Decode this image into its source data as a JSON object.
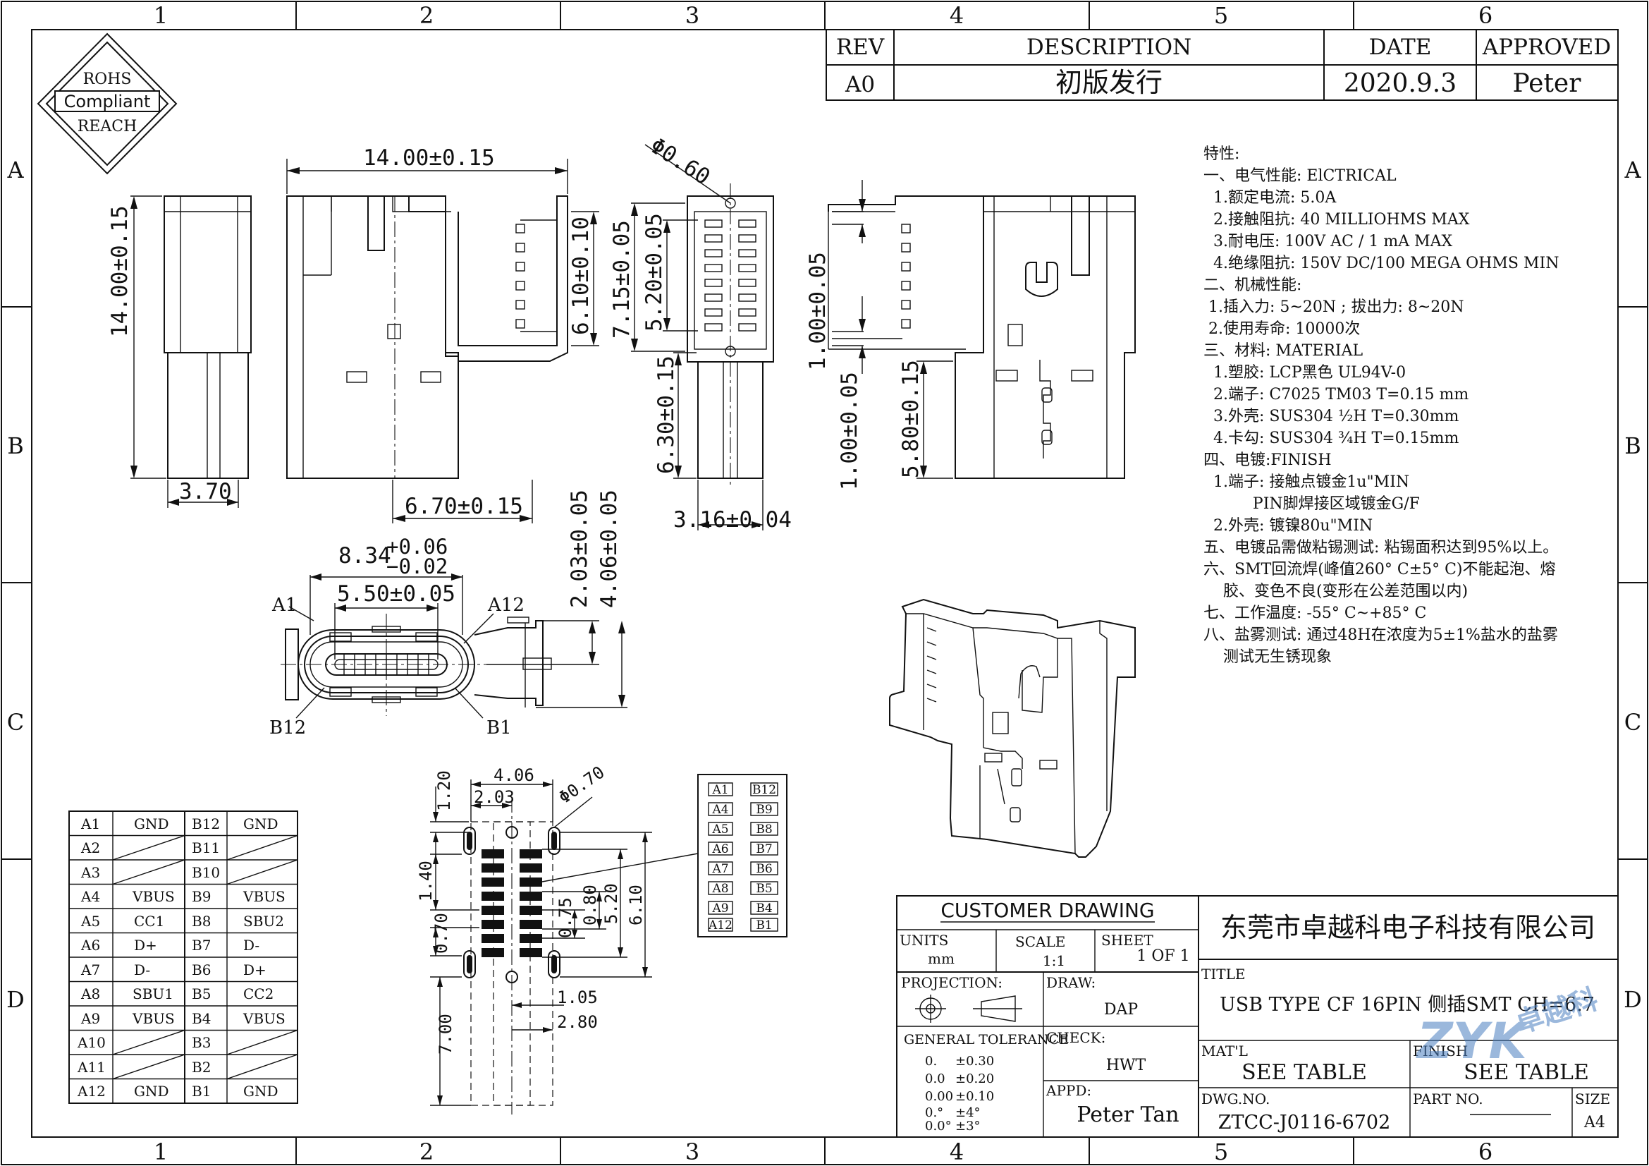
{
  "border": {
    "columns": [
      "1",
      "2",
      "3",
      "4",
      "5",
      "6"
    ],
    "rows": [
      "A",
      "B",
      "C",
      "D"
    ]
  },
  "revision": {
    "headers": [
      "REV",
      "DESCRIPTION",
      "DATE",
      "APPROVED"
    ],
    "row": [
      "A0",
      "初版发行",
      "2020.9.3",
      "Peter"
    ]
  },
  "logo": {
    "line1": "ROHS",
    "line2": "Compliant",
    "line3": "REACH"
  },
  "dimensions": {
    "width_14": "14.00±0.15",
    "height_14": "14.00±0.15",
    "thick_370": "3.70",
    "depth_670": "6.70±0.15",
    "hole_dia": "Φ0.60",
    "d610": "6.10±0.10",
    "d715": "7.15±0.05",
    "d520": "5.20±0.05",
    "d630": "6.30±0.15",
    "d316": "3.16±0.04",
    "d100a": "1.00±0.05",
    "d100b": "1.00±0.05",
    "d580": "5.80±0.15",
    "d834": "8.34",
    "d834_tol_plus": "+0.06",
    "d834_tol_minus": "−0.02",
    "d550": "5.50±0.05",
    "d203": "2.03±0.05",
    "d406": "4.06±0.05",
    "pinA1": "A1",
    "pinA12": "A12",
    "pinB12": "B12",
    "pinB1": "B1"
  },
  "footprint": {
    "d406": "4.06",
    "d203": "2.03",
    "d070dia": "Φ0.70",
    "d120": "1.20",
    "d140": "1.40",
    "d070": "0.70",
    "d075": "0.75",
    "d080": "0.80",
    "d520": "5.20",
    "d610": "6.10",
    "d105": "1.05",
    "d280": "2.80",
    "d700": "7.00"
  },
  "pad_legend": [
    [
      "A1",
      "B12"
    ],
    [
      "A4",
      "B9"
    ],
    [
      "A5",
      "B8"
    ],
    [
      "A6",
      "B7"
    ],
    [
      "A7",
      "B6"
    ],
    [
      "A8",
      "B5"
    ],
    [
      "A9",
      "B4"
    ],
    [
      "A12",
      "B1"
    ]
  ],
  "pin_table": [
    [
      "A1",
      "GND",
      "B12",
      "GND"
    ],
    [
      "A2",
      "",
      "B11",
      ""
    ],
    [
      "A3",
      "",
      "B10",
      ""
    ],
    [
      "A4",
      "VBUS",
      "B9",
      "VBUS"
    ],
    [
      "A5",
      "CC1",
      "B8",
      "SBU2"
    ],
    [
      "A6",
      "D+",
      "B7",
      "D-"
    ],
    [
      "A7",
      "D-",
      "B6",
      "D+"
    ],
    [
      "A8",
      "SBU1",
      "B5",
      "CC2"
    ],
    [
      "A9",
      "VBUS",
      "B4",
      "VBUS"
    ],
    [
      "A10",
      "",
      "B3",
      ""
    ],
    [
      "A11",
      "",
      "B2",
      ""
    ],
    [
      "A12",
      "GND",
      "B1",
      "GND"
    ]
  ],
  "specs": [
    "特性:",
    "一、电气性能: ElCTRICAL",
    "  1.额定电流: 5.0A",
    "  2.接触阻抗: 40 MILLIOHMS MAX",
    "  3.耐电压: 100V AC / 1 mA MAX",
    "  4.绝缘阻抗: 150V DC/100 MEGA OHMS MIN",
    "二、机械性能:",
    " 1.插入力: 5~20N ; 拔出力: 8~20N",
    " 2.使用寿命: 10000次",
    "三、材料: MATERIAL",
    "  1.塑胶: LCP黑色 UL94V-0",
    "  2.端子: C7025 TM03 T=0.15 mm",
    "  3.外壳: SUS304 ½H T=0.30mm",
    "  4.卡勾: SUS304 ¾H T=0.15mm",
    "四、电镀:FINISH",
    "  1.端子: 接触点镀金1u\"MIN",
    "          PIN脚焊接区域镀金G/F",
    "  2.外壳: 镀镍80u\"MIN",
    "五、电镀品需做粘锡测试: 粘锡面积达到95%以上。",
    "六、SMT回流焊(峰值260° C±5° C)不能起泡、熔",
    "    胶、变色不良(变形在公差范围以内)",
    "七、工作温度: -55° C~+85° C",
    "八、盐雾测试: 通过48H在浓度为5±1%盐水的盐雾",
    "    测试无生锈现象"
  ],
  "title_block": {
    "customer_drawing": "CUSTOMER DRAWING",
    "company": "东莞市卓越科电子科技有限公司",
    "units_label": "UNITS",
    "units_value": "mm",
    "scale_label": "SCALE",
    "scale_value": "1:1",
    "sheet_label": "SHEET",
    "sheet_value": "1 OF 1",
    "title_label": "TITLE",
    "title_value": "USB TYPE CF 16PIN 侧插SMT CH=6.7",
    "projection_label": "PROJECTION:",
    "draw_label": "DRAW:",
    "draw_value": "DAP",
    "check_label": "CHECK:",
    "check_value": "HWT",
    "appd_label": "APPD:",
    "appd_value": "Peter Tan",
    "tolerance_label": "GENERAL TOLERANCE",
    "tolerance": [
      [
        "0.",
        "±0.30"
      ],
      [
        "0.0",
        "±0.20"
      ],
      [
        "0.00",
        "±0.10"
      ],
      [
        "0.°",
        "±4°"
      ],
      [
        "0.0°",
        "±3°"
      ]
    ],
    "matl_label": "MAT'L",
    "matl_value": "SEE TABLE",
    "finish_label": "FINISH",
    "finish_value": "SEE TABLE",
    "dwg_label": "DWG.NO.",
    "dwg_value": "ZTCC-J0116-6702",
    "part_label": "PART NO.",
    "size_label": "SIZE",
    "size_value": "A4"
  },
  "watermark": {
    "text": "ZYK",
    "chinese": "卓越科",
    "color": "#4a7fc1"
  }
}
